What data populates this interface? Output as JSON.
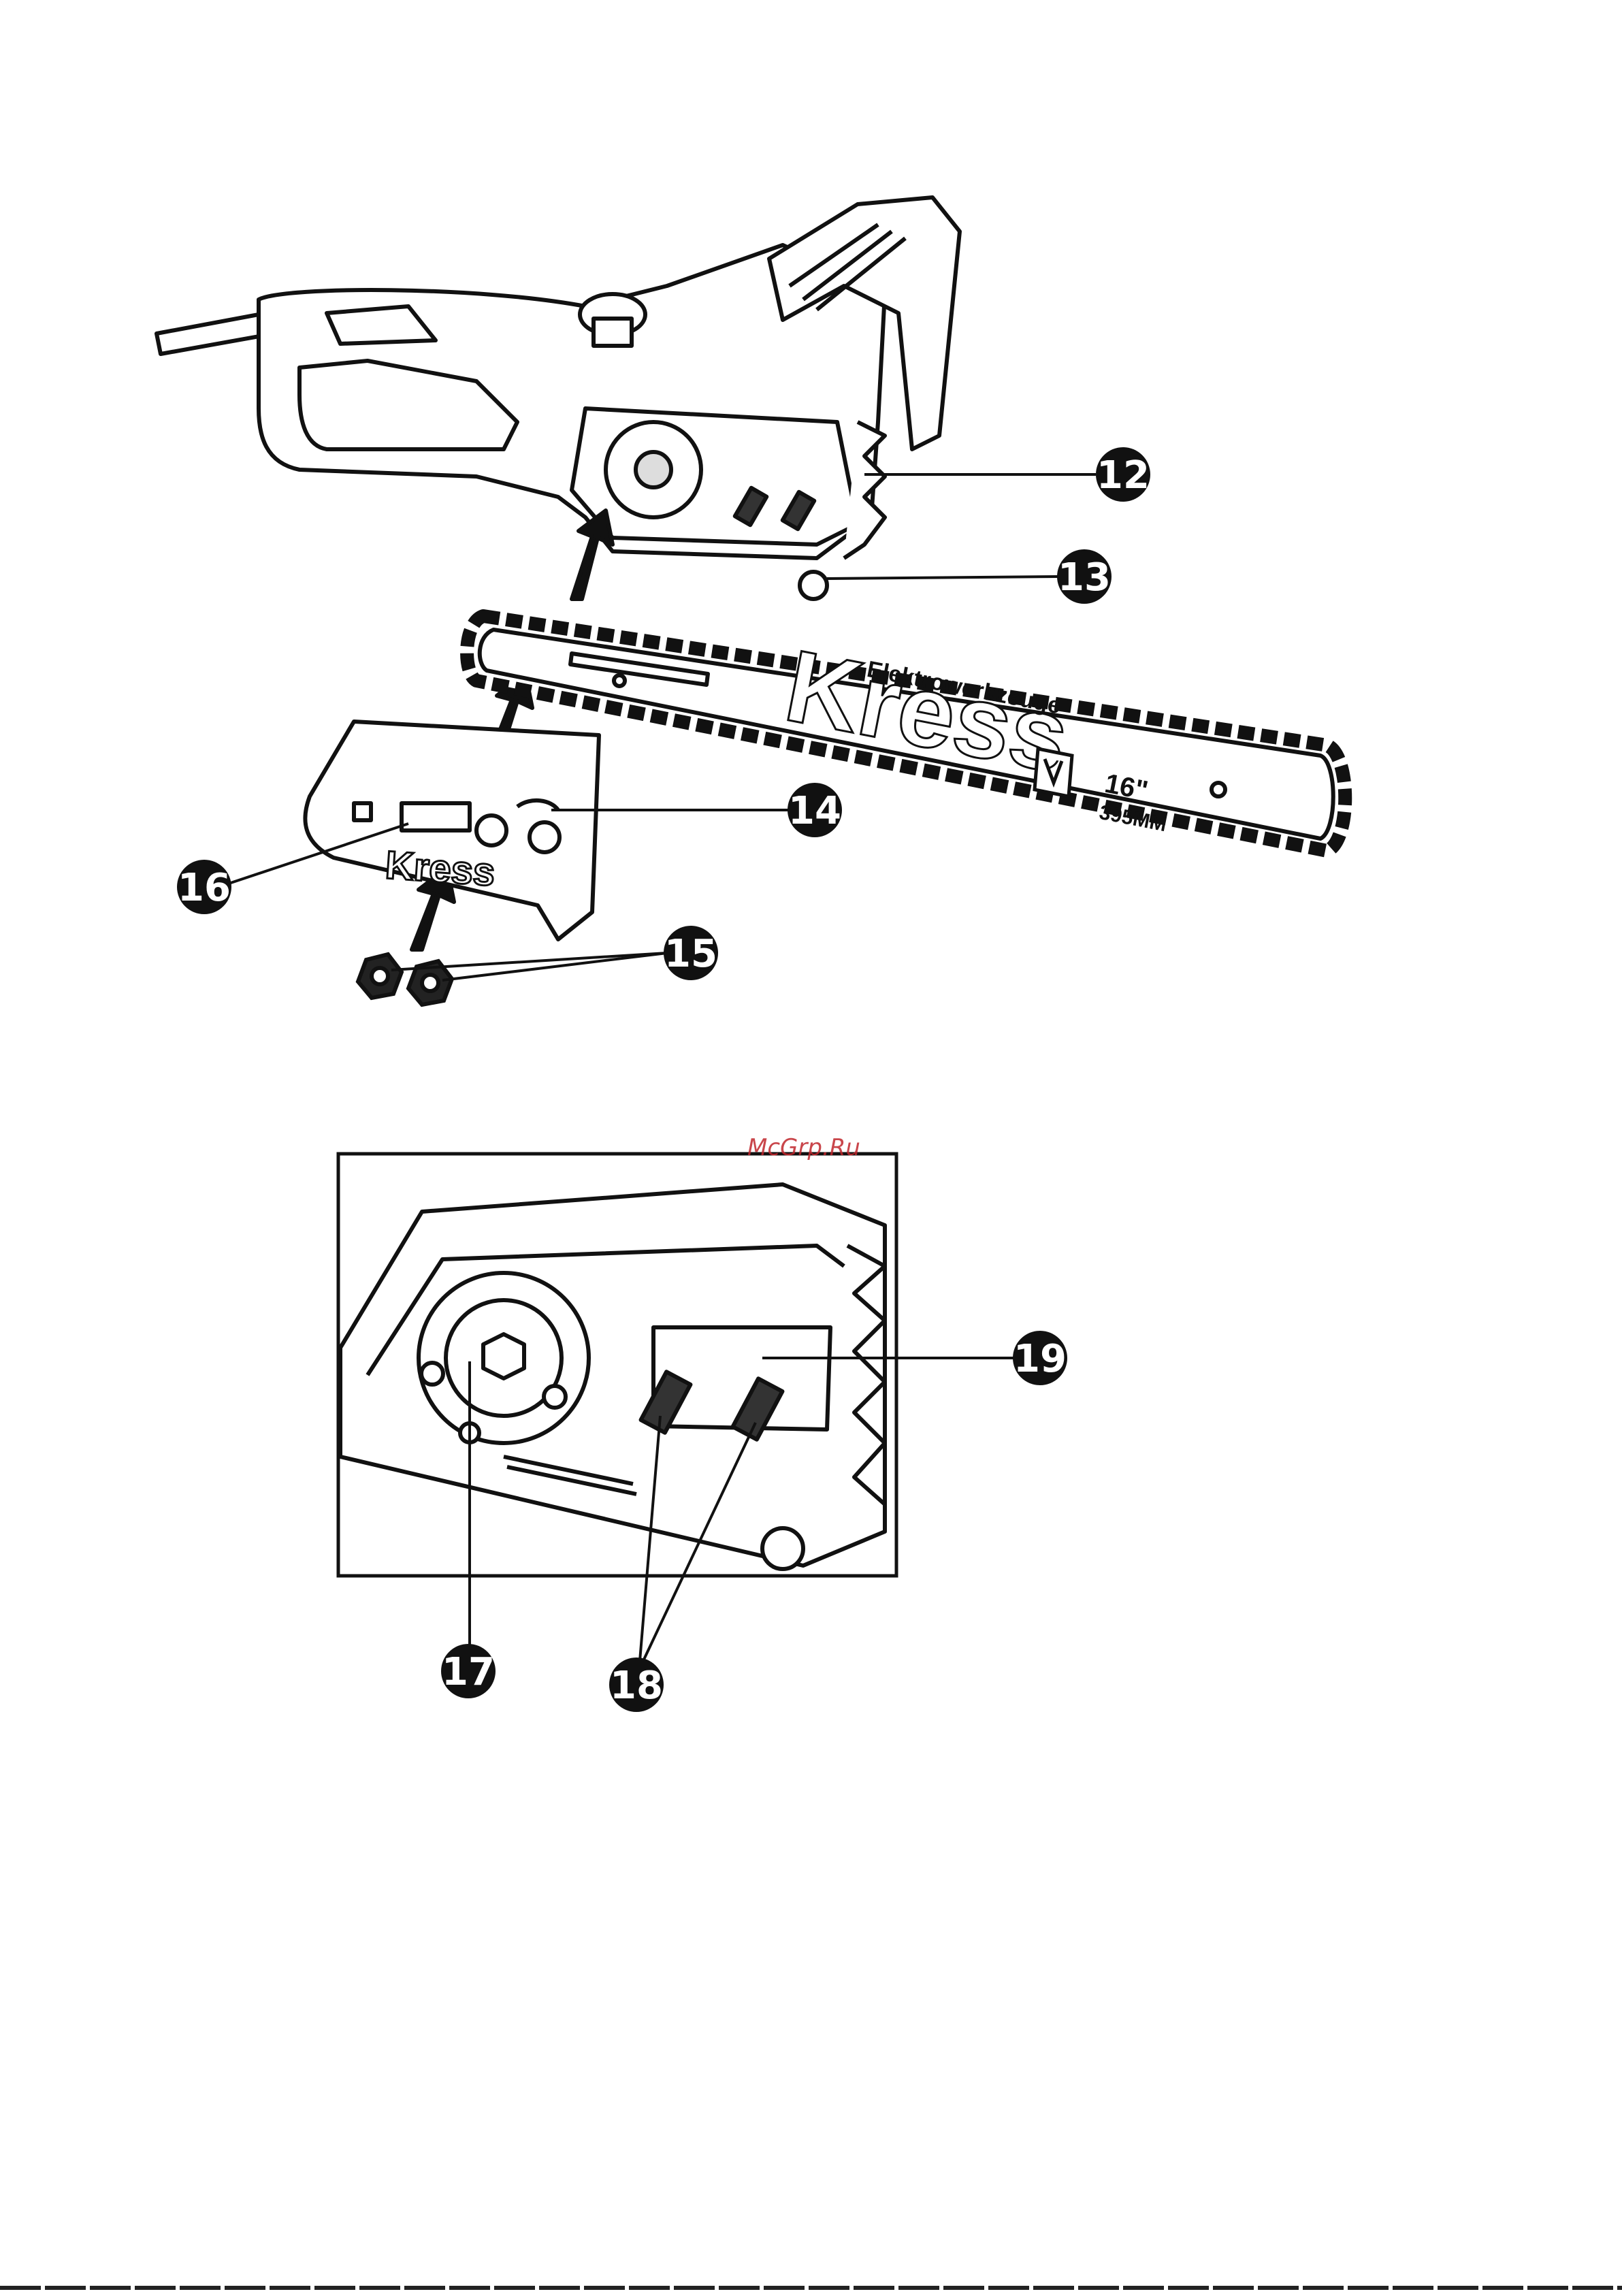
{
  "callouts": [
    {
      "id": "c12",
      "label": "12"
    },
    {
      "id": "c13",
      "label": "13"
    },
    {
      "id": "c14",
      "label": "14"
    },
    {
      "id": "c15",
      "label": "15"
    },
    {
      "id": "c16",
      "label": "16"
    },
    {
      "id": "c17",
      "label": "17"
    },
    {
      "id": "c18",
      "label": "18"
    },
    {
      "id": "c19",
      "label": "19"
    }
  ],
  "bar": {
    "brand": "Kress",
    "subtitle": "Elektrowerkzeuge",
    "size": "16\"",
    "code": "395MM"
  },
  "cover": {
    "brand": "Kress"
  },
  "watermark": "McGrp.Ru",
  "colors": {
    "ink": "#111111",
    "paper": "#ffffff",
    "watermark": "#c0262c"
  }
}
